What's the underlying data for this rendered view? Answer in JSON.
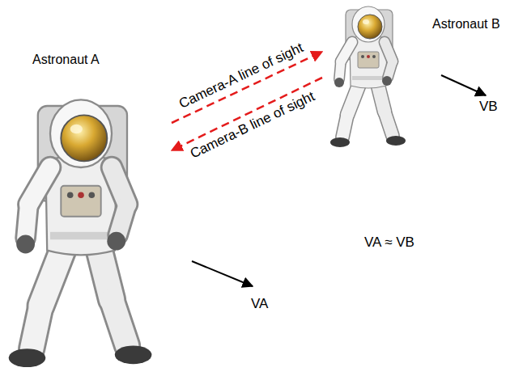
{
  "diagram": {
    "nodes": [
      {
        "text": [
          "Astronaut A"
        ]
      },
      {
        "text": [
          "Astronaut B"
        ]
      }
    ],
    "edges": [
      {
        "from": 0,
        "to": 1,
        "arrow": "to",
        "label": "Camera-A line of sight"
      },
      {
        "from": 1,
        "to": 0,
        "arrow": "to",
        "label": "Camera-B line of sight"
      }
    ],
    "labels": [
      "VB",
      "VA ≈ VB",
      "VA"
    ]
  }
}
